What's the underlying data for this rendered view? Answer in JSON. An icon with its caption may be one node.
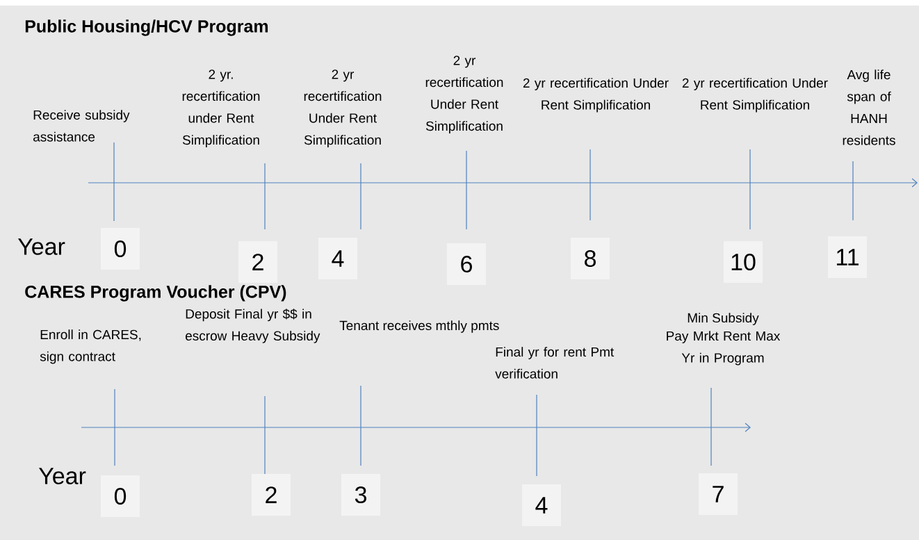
{
  "diagram": {
    "labels": [
      "Public Housing/HCV Program",
      "Receive subsidy assistance",
      "2 yr. recertification under Rent Simplification",
      "2 yr recertification Under Rent Simplification",
      "2 yr recertification Under Rent Simplification",
      "2 yr recertification Under Rent Simplification",
      "2 yr recertification Under Rent Simplification",
      "Avg life span of HANH residents",
      "Year",
      "0",
      "2",
      "4",
      "6",
      "8",
      "10",
      "11",
      "CARES Program Voucher (CPV)",
      "Enroll in CARES, sign contract",
      "Deposit Final yr $$ in escrow Heavy Subsidy",
      "Tenant receives mthly pmts",
      "Final yr for rent Pmt verification",
      "Min Subsidy",
      "Pay Mrkt Rent Max Yr in Program",
      "Year",
      "0",
      "2",
      "3",
      "4",
      "7"
    ]
  }
}
